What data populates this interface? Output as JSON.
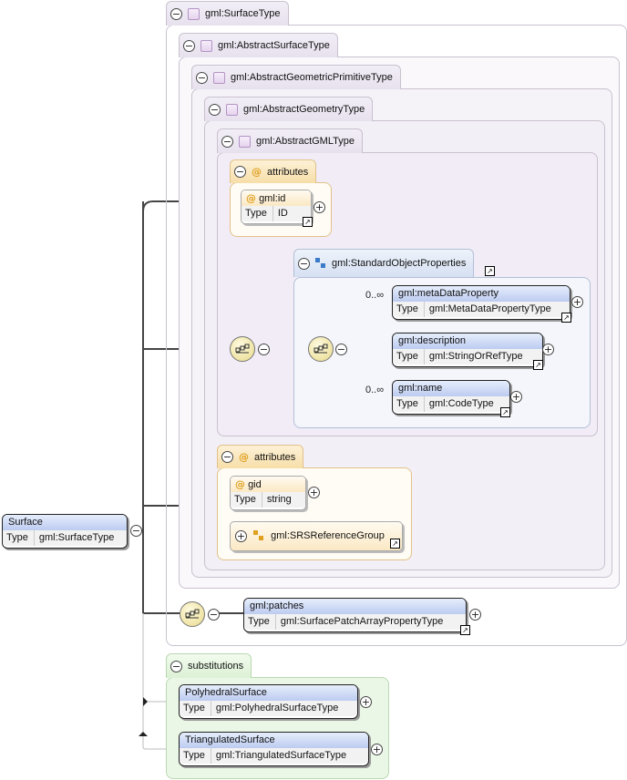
{
  "colors": {
    "accent": "#bccbf0",
    "attr": "#f7dea9",
    "subst": "#e6f6e2",
    "panel_border": "#c9c1cf"
  },
  "types": {
    "surface": "gml:SurfaceType",
    "abstract_surface": "gml:AbstractSurfaceType",
    "abstract_geometric_primitive": "gml:AbstractGeometricPrimitiveType",
    "abstract_geometry": "gml:AbstractGeometryType",
    "abstract_gml": "gml:AbstractGMLType"
  },
  "attributes_label": "attributes",
  "type_key": "Type",
  "gml_id": {
    "name": "gml:id",
    "type": "ID"
  },
  "standard_object_properties": {
    "name": "gml:StandardObjectProperties",
    "items": [
      {
        "occurs": "0..∞",
        "name": "gml:metaDataProperty",
        "type": "gml:MetaDataPropertyType"
      },
      {
        "occurs": "",
        "name": "gml:description",
        "type": "gml:StringOrRefType"
      },
      {
        "occurs": "0..∞",
        "name": "gml:name",
        "type": "gml:CodeType"
      }
    ]
  },
  "gid": {
    "name": "gid",
    "type": "string"
  },
  "srs_group": "gml:SRSReferenceGroup",
  "patches": {
    "name": "gml:patches",
    "type": "gml:SurfacePatchArrayPropertyType"
  },
  "surface": {
    "name": "Surface",
    "type": "gml:SurfaceType"
  },
  "substitutions": {
    "label": "substitutions",
    "items": [
      {
        "name": "PolyhedralSurface",
        "type": "gml:PolyhedralSurfaceType"
      },
      {
        "name": "TriangulatedSurface",
        "type": "gml:TriangulatedSurfaceType"
      }
    ]
  }
}
